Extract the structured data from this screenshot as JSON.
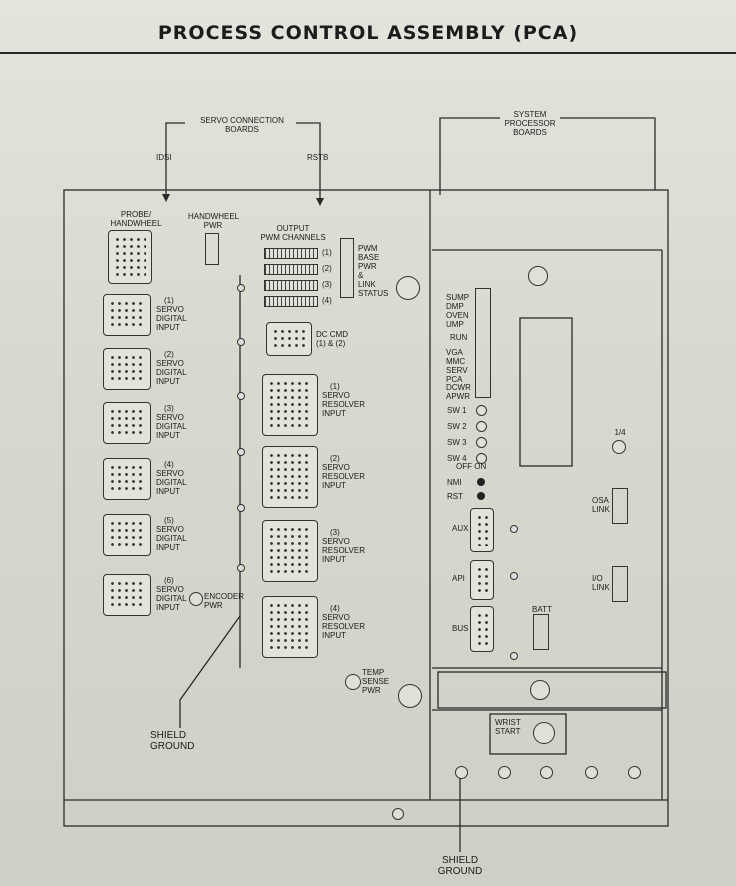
{
  "title": "PROCESS CONTROL ASSEMBLY (PCA)",
  "callouts": {
    "servo_boards": "SERVO CONNECTION\nBOARDS",
    "idsi": "IDSI",
    "rstb": "RSTB",
    "system_boards": "SYSTEM\nPROCESSOR\nBOARDS",
    "shield_ground_left": "SHIELD\nGROUND",
    "shield_ground_bottom": "SHIELD\nGROUND"
  },
  "left_board": {
    "probe": "PROBE/\nHANDWHEEL",
    "handwheel_pwr": "HANDWHEEL\nPWR",
    "digital_inputs": [
      {
        "num": "(1)",
        "label": "SERVO\nDIGITAL\nINPUT"
      },
      {
        "num": "(2)",
        "label": "SERVO\nDIGITAL\nINPUT"
      },
      {
        "num": "(3)",
        "label": "SERVO\nDIGITAL\nINPUT"
      },
      {
        "num": "(4)",
        "label": "SERVO\nDIGITAL\nINPUT"
      },
      {
        "num": "(5)",
        "label": "SERVO\nDIGITAL\nINPUT"
      },
      {
        "num": "(6)",
        "label": "SERVO\nDIGITAL\nINPUT"
      }
    ],
    "encoder_pwr": "ENCODER\nPWR"
  },
  "mid_board": {
    "output_pwm": "OUTPUT\nPWM CHANNELS",
    "pwm_nums": [
      "(1)",
      "(2)",
      "(3)",
      "(4)"
    ],
    "pwm_status": "PWM\nBASE\nPWR\n&\nLINK\nSTATUS",
    "dc_cmd": "DC CMD\n(1) & (2)",
    "resolvers": [
      {
        "num": "(1)",
        "label": "SERVO\nRESOLVER\nINPUT"
      },
      {
        "num": "(2)",
        "label": "SERVO\nRESOLVER\nINPUT"
      },
      {
        "num": "(3)",
        "label": "SERVO\nRESOLVER\nINPUT"
      },
      {
        "num": "(4)",
        "label": "SERVO\nRESOLVER\nINPUT"
      }
    ],
    "temp_sense": "TEMP\nSENSE\nPWR"
  },
  "right_board": {
    "leds": "SUMP\nDMP\nOVEN\nUMP",
    "run": "RUN",
    "status_leds": "VGA\nMMC\nSERV\nPCA",
    "dcwr": "DCWR\nAPWR",
    "switches": [
      "SW 1",
      "SW 2",
      "SW 3",
      "SW 4"
    ],
    "off_on": "OFF  ON",
    "nmi": "NMI",
    "rst": "RST",
    "aux": "AUX",
    "api": "API",
    "bus": "BUS",
    "batt": "BATT",
    "osa_link": "OSA\nLINK",
    "io_link": "I/O\nLINK",
    "io_label": "1/4",
    "wrist_start": "WRIST\nSTART"
  }
}
